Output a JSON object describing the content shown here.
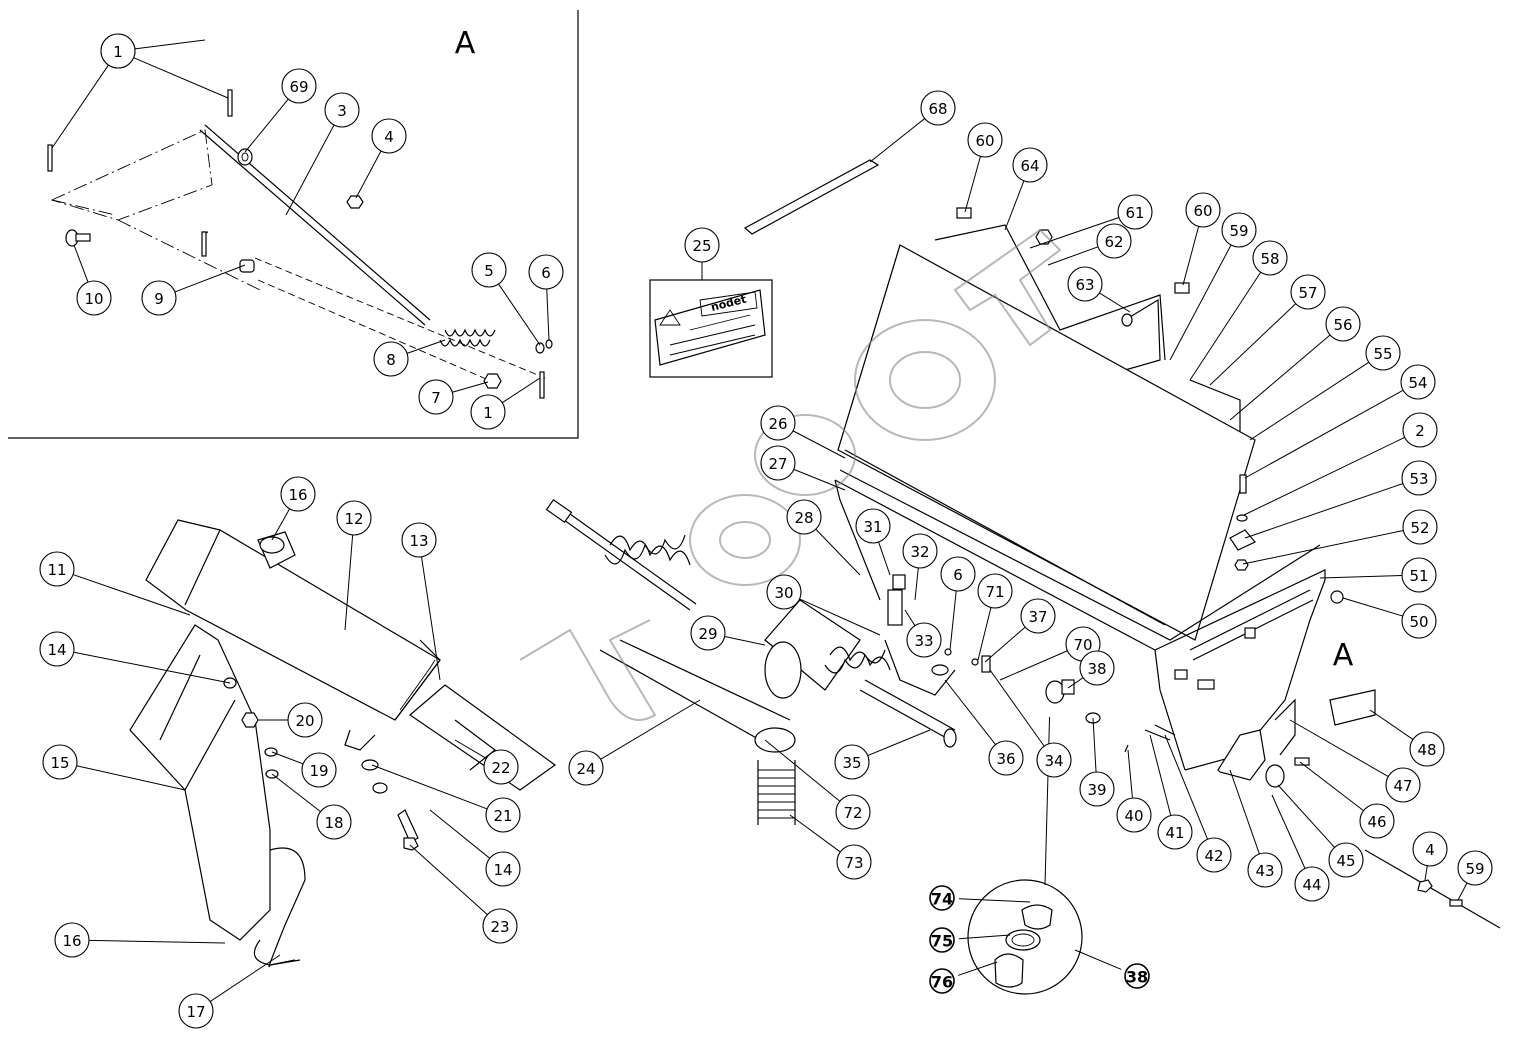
{
  "diagram": {
    "inset_label": "A",
    "view_label": "A",
    "decal_text": "nodet",
    "callouts": [
      "1",
      "1",
      "1",
      "69",
      "3",
      "4",
      "10",
      "9",
      "5",
      "6",
      "8",
      "7",
      "68",
      "60",
      "64",
      "61",
      "62",
      "63",
      "60",
      "59",
      "58",
      "57",
      "56",
      "55",
      "54",
      "2",
      "53",
      "52",
      "51",
      "50",
      "25",
      "26",
      "27",
      "28",
      "31",
      "32",
      "6",
      "71",
      "37",
      "70",
      "30",
      "29",
      "33",
      "38",
      "35",
      "36",
      "34",
      "16",
      "12",
      "13",
      "11",
      "14",
      "20",
      "19",
      "18",
      "15",
      "22",
      "21",
      "14",
      "24",
      "72",
      "73",
      "23",
      "16",
      "17",
      "39",
      "40",
      "41",
      "42",
      "43",
      "44",
      "45",
      "46",
      "47",
      "48",
      "4",
      "59"
    ],
    "detail_callouts": [
      "74",
      "75",
      "76",
      "38"
    ]
  }
}
